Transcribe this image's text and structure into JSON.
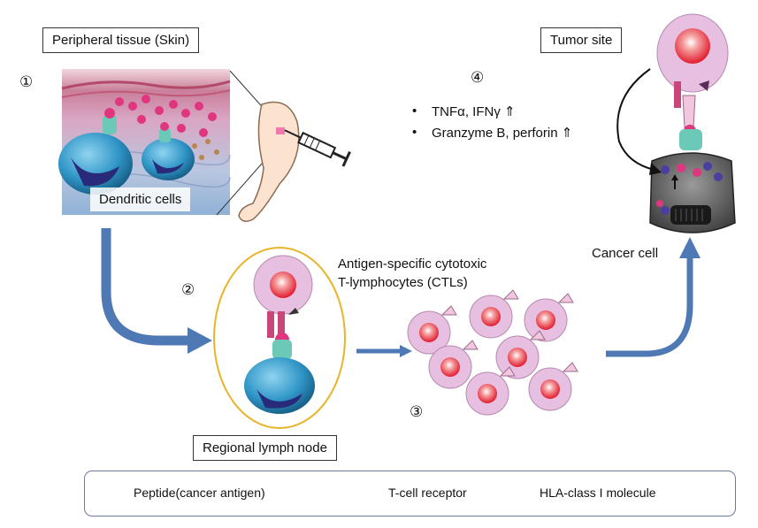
{
  "labels": {
    "peripheral_tissue": "Peripheral tissue (Skin)",
    "dendritic_cells": "Dendritic cells",
    "tumor_site": "Tumor site",
    "cancer_cell": "Cancer cell",
    "regional_lymph_node": "Regional lymph node",
    "ctl_line1": "Antigen-specific  cytotoxic",
    "ctl_line2": "T-lymphocytes (CTLs)"
  },
  "steps": {
    "s1": "①",
    "s2": "②",
    "s3": "③",
    "s4": "④"
  },
  "effects": {
    "item1": "TNFα, IFNγ ⇑",
    "item2": "Granzyme B, perforin ⇑",
    "bullet": "•"
  },
  "legend": {
    "peptide": "Peptide(cancer antigen)",
    "tcr": "T-cell receptor",
    "hla": "HLA-class I molecule"
  },
  "colors": {
    "arrow_blue": "#4f79b5",
    "ctl_pink": "#e7bfe0",
    "nucleus_red": "#e8283a",
    "dendritic_blue": "#2f95c6",
    "peptide_pink": "#e0367f",
    "hla_teal": "#6cc9b8",
    "lymph_node_ring": "#e8b429"
  }
}
